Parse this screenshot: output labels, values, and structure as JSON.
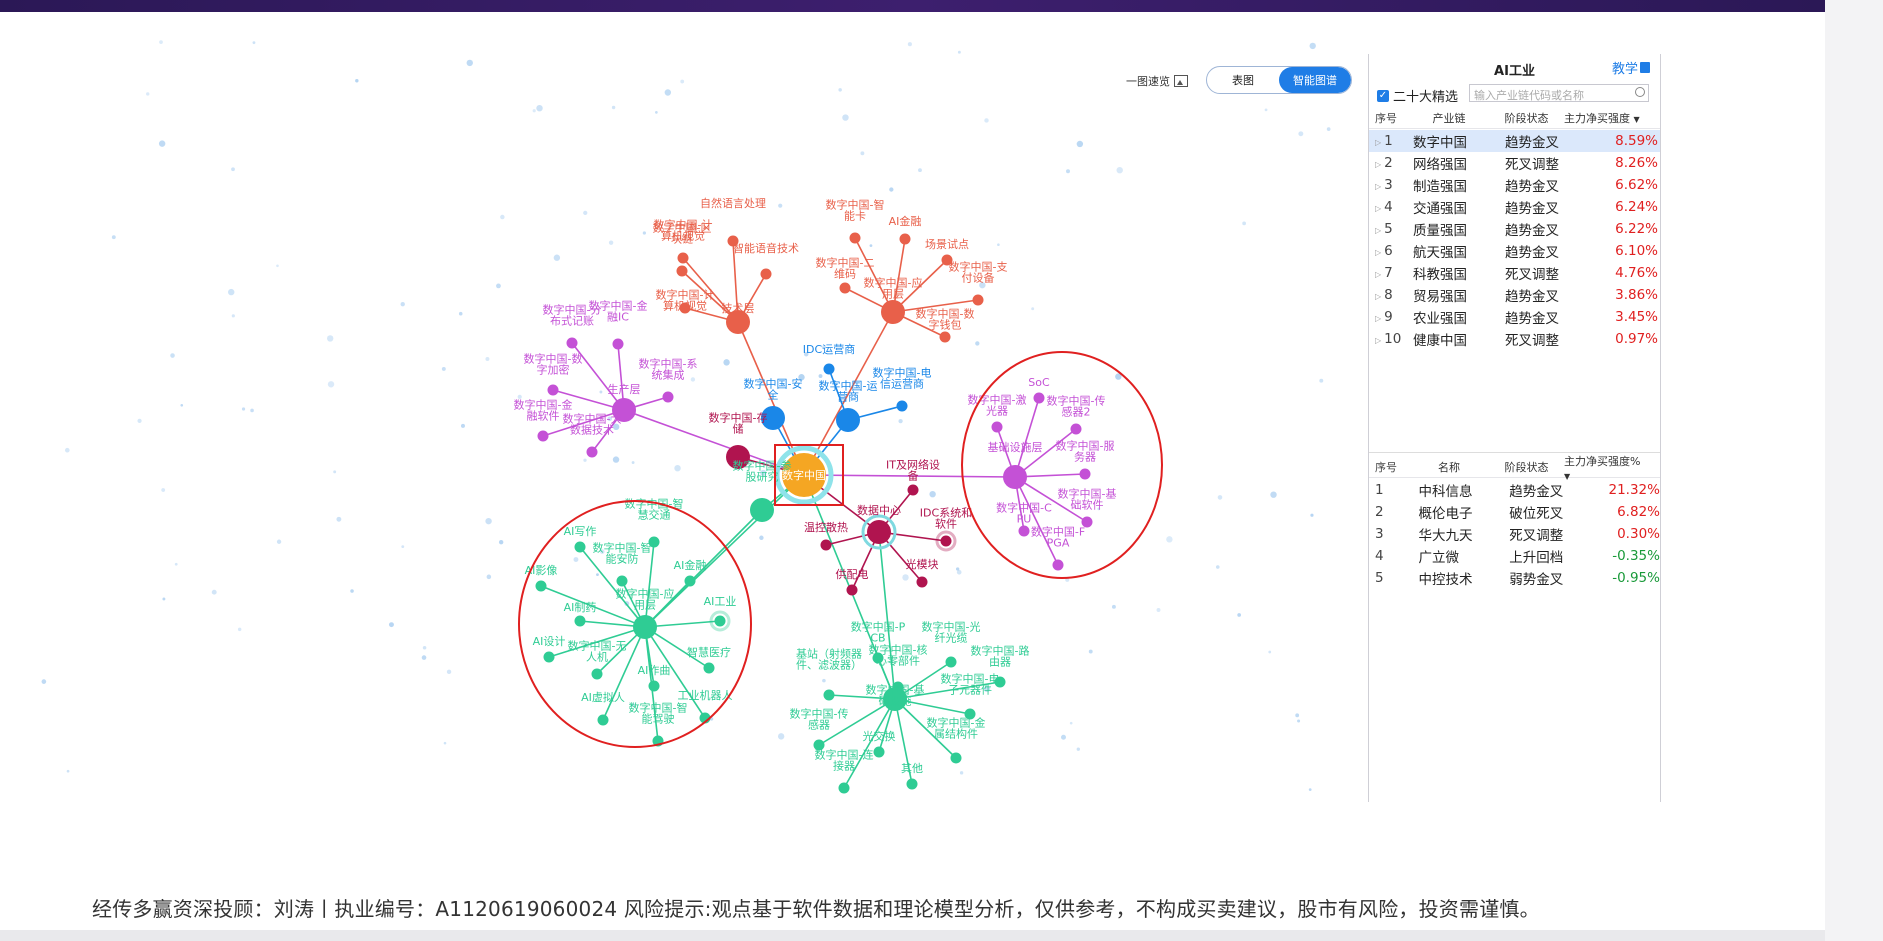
{
  "toolbar": {
    "quick_view": "一图速览",
    "table_view": "表图",
    "smart_graph": "智能图谱"
  },
  "panel": {
    "title": "AI工业",
    "teach": "教学",
    "filter_label": "二十大精选",
    "search_placeholder": "输入产业链代码或名称",
    "chain_headers": {
      "no": "序号",
      "name": "产业链",
      "stage": "阶段状态",
      "value": "主力净买强度"
    },
    "chains": [
      {
        "no": "1",
        "name": "数字中国",
        "stage": "趋势金叉",
        "value": "8.59%"
      },
      {
        "no": "2",
        "name": "网络强国",
        "stage": "死叉调整",
        "value": "8.26%"
      },
      {
        "no": "3",
        "name": "制造强国",
        "stage": "趋势金叉",
        "value": "6.62%"
      },
      {
        "no": "4",
        "name": "交通强国",
        "stage": "趋势金叉",
        "value": "6.24%"
      },
      {
        "no": "5",
        "name": "质量强国",
        "stage": "趋势金叉",
        "value": "6.22%"
      },
      {
        "no": "6",
        "name": "航天强国",
        "stage": "趋势金叉",
        "value": "6.10%"
      },
      {
        "no": "7",
        "name": "科教强国",
        "stage": "死叉调整",
        "value": "4.76%"
      },
      {
        "no": "8",
        "name": "贸易强国",
        "stage": "趋势金叉",
        "value": "3.86%"
      },
      {
        "no": "9",
        "name": "农业强国",
        "stage": "趋势金叉",
        "value": "3.45%"
      },
      {
        "no": "10",
        "name": "健康中国",
        "stage": "死叉调整",
        "value": "0.97%"
      }
    ],
    "stock_headers": {
      "no": "序号",
      "name": "名称",
      "stage": "阶段状态",
      "value": "主力净买强度%"
    },
    "stocks": [
      {
        "no": "1",
        "name": "中科信息",
        "stage": "趋势金叉",
        "value": "21.32%",
        "trend": "up"
      },
      {
        "no": "2",
        "name": "概伦电子",
        "stage": "破位死叉",
        "value": "6.82%",
        "trend": "up"
      },
      {
        "no": "3",
        "name": "华大九天",
        "stage": "死叉调整",
        "value": "0.30%",
        "trend": "up"
      },
      {
        "no": "4",
        "name": "广立微",
        "stage": "上升回档",
        "value": "-0.35%",
        "trend": "down"
      },
      {
        "no": "5",
        "name": "中控技术",
        "stage": "弱势金叉",
        "value": "-0.95%",
        "trend": "down"
      }
    ]
  },
  "graph": {
    "center": "数字中国",
    "colors": {
      "center": "#f5a623",
      "red": "#e8604a",
      "purple": "#c451d6",
      "blue": "#1a87e8",
      "crimson": "#b0144f",
      "teal": "#2fcc94",
      "highlight": "#e02020"
    },
    "hubs": {
      "tech_layer": "技术层",
      "app_layer": "数字中国-应用层",
      "production": "生产层",
      "storage": "数字中国-存储",
      "security": "数字中国-安全",
      "operator": "数字中国-运营商",
      "basic_facility": "基础设施层",
      "data_center": "数据中心",
      "ai_apps": "数字中国-应用层",
      "hardware": "数字中国-基础设施",
      "participant": "数字中国-参股研究"
    },
    "labels": {
      "nlp": "自然语言处理",
      "blockchain": "数字中国-区块链",
      "voice": "智能语音技术",
      "vision": "数字中国-计算机视觉",
      "smart_card": "数字中国-智能卡",
      "ai_finance": "AI金融",
      "scene": "场景试点",
      "qr": "数字中国-二维码",
      "pay": "数字中国-支付设备",
      "wallet": "数字中国-数字钱包",
      "dist_ledger": "数字中国-分布式记账",
      "fin_ic": "数字中国-金融IC",
      "crypto": "数字中国-数字加密",
      "sys_int": "数字中国-系统集成",
      "fin_soft": "数字中国-金融软件",
      "bigdata": "数字中国-大数据技术",
      "idc_op": "IDC运营商",
      "telecom": "数字中国-电信运营商",
      "soc": "SoC",
      "laser": "数字中国-激光器",
      "sensor2": "数字中国-传感器2",
      "server": "数字中国-服务器",
      "base_soft": "数字中国-基础软件",
      "cpu": "数字中国-CPU",
      "fpga": "数字中国-FPGA",
      "it_net": "IT及网络设备",
      "idc_sys": "IDC系统和软件",
      "temp": "温控散热",
      "power": "供配电",
      "optical": "光模块",
      "ai_write": "AI写作",
      "smart_traffic": "数字中国-智慧交通",
      "smart_security": "数字中国-智能安防",
      "ai_video": "AI影像",
      "ai_finance2": "AI金融",
      "ai_pharma": "AI制药",
      "ai_industry": "AI工业",
      "ai_design": "AI设计",
      "drone": "数字中国-无人机",
      "ai_music": "AI作曲",
      "smart_med": "智慧医疗",
      "ai_virtual": "AI虚拟人",
      "robot": "工业机器人",
      "smart_parts": "数字中国-智能驾驶",
      "pcb": "数字中国-PCB",
      "fiber": "数字中国-光纤光缆",
      "router": "数字中国-路由器",
      "base_station": "基站（射频器件、滤波器）",
      "core_parts": "数字中国-核心零部件",
      "opto": "数字中国-电子元器件",
      "sensor": "数字中国-传感器",
      "optical_switch": "光交换",
      "metal": "数字中国-金属结构件",
      "connector": "数字中国-连接器",
      "other": "其他"
    }
  },
  "footer": "经传多赢资深投顾：刘涛丨执业编号：A1120619060024   风险提示:观点基于软件数据和理论模型分析，仅供参考，不构成买卖建议，股市有风险，投资需谨慎。"
}
